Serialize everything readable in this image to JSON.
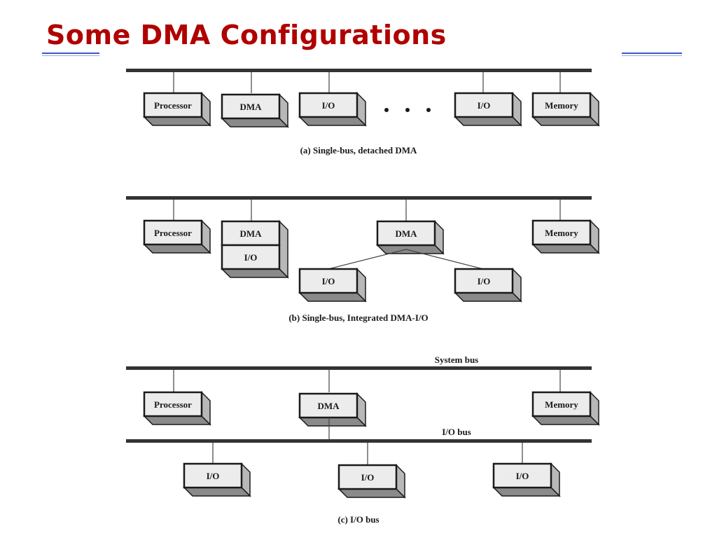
{
  "slide": {
    "title": "Some DMA Configurations"
  },
  "diagram": {
    "a": {
      "caption": "(a) Single-bus, detached DMA",
      "processor": "Processor",
      "dma": "DMA",
      "io1": "I/O",
      "io2": "I/O",
      "memory": "Memory"
    },
    "b": {
      "caption": "(b) Single-bus, Integrated DMA-I/O",
      "processor": "Processor",
      "dma1": "DMA",
      "io_stack": "I/O",
      "dma2": "DMA",
      "io_left": "I/O",
      "io_right": "I/O",
      "memory": "Memory"
    },
    "c": {
      "caption": "(c) I/O bus",
      "system_bus": "System bus",
      "io_bus": "I/O bus",
      "processor": "Processor",
      "dma": "DMA",
      "memory": "Memory",
      "io1": "I/O",
      "io2": "I/O",
      "io3": "I/O"
    }
  }
}
